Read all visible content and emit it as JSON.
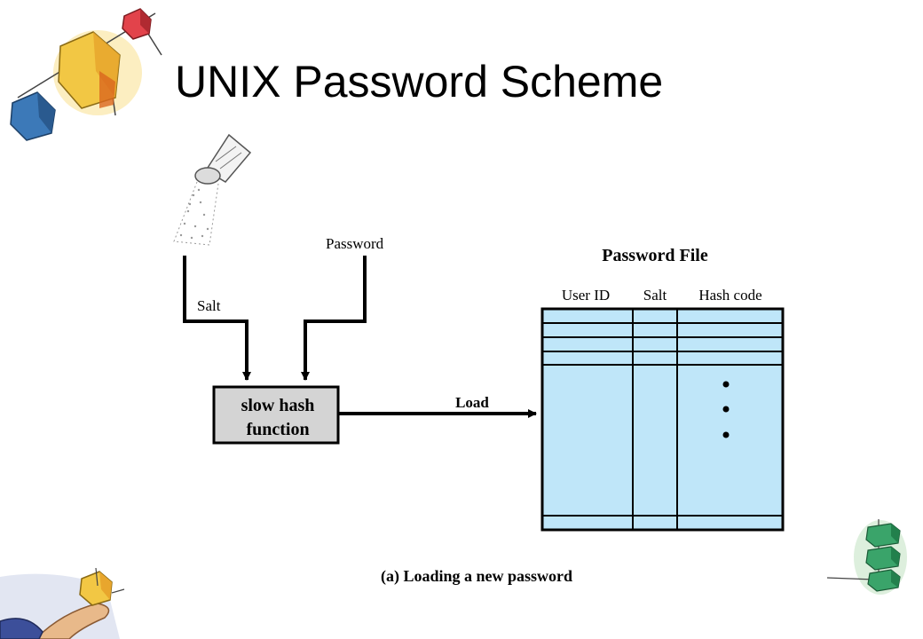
{
  "slide": {
    "title": "UNIX Password Scheme"
  },
  "diagram": {
    "salt_label": "Salt",
    "password_label": "Password",
    "hash_box_line1": "slow hash",
    "hash_box_line2": "function",
    "load_label": "Load",
    "file_title": "Password File",
    "columns": [
      "User ID",
      "Salt",
      "Hash code"
    ],
    "caption": "(a) Loading a new password"
  },
  "colors": {
    "table_fill": "#bfe6f9",
    "hash_box_fill": "#d4d4d4",
    "cube_yellow": "#f2c744",
    "cube_red": "#e2434b",
    "cube_blue": "#3c79b8",
    "cube_green": "#3aa46a"
  },
  "icons": [
    "salt-shaker-icon",
    "cubes-decoration-icon",
    "hand-cube-icon",
    "stacked-cubes-icon"
  ]
}
